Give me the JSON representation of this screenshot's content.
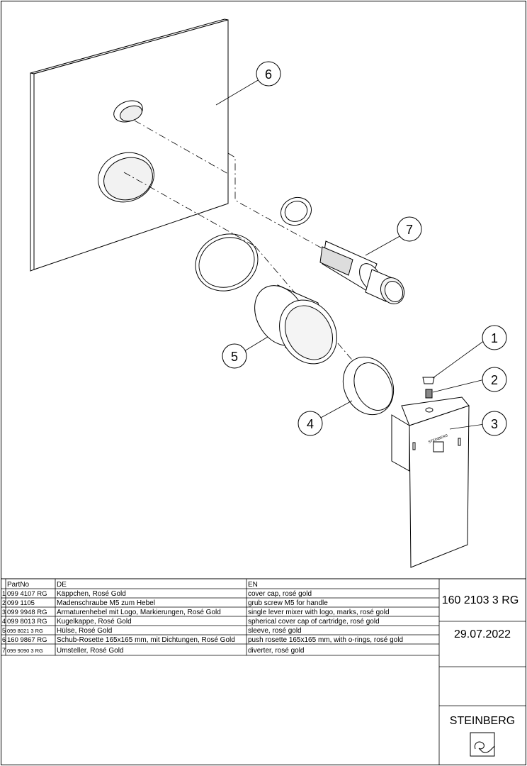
{
  "callouts": [
    "6",
    "7",
    "1",
    "2",
    "3",
    "5",
    "4"
  ],
  "parts_table": {
    "headers": [
      "",
      "PartNo",
      "DE",
      "EN"
    ],
    "rows": [
      [
        "1",
        "099 4107 RG",
        "Käppchen, Rosé Gold",
        "cover cap, rosé gold"
      ],
      [
        "2",
        "099 1105",
        "Madenschraube M5 zum Hebel",
        "grub screw M5 for handle"
      ],
      [
        "3",
        "099 9948 RG",
        "Armaturenhebel mit Logo, Markierungen, Rosé Gold",
        "single lever mixer with logo, marks, rosé gold"
      ],
      [
        "4",
        "099 8013 RG",
        "Kugelkappe, Rosé Gold",
        "spherical cover cap of cartridge, rosé gold"
      ],
      [
        "5",
        "099 8021 3 RG",
        "Hülse, Rosé Gold",
        "sleeve, rosé gold"
      ],
      [
        "6",
        "160 9867 RG",
        "Schub-Rosette 165x165 mm, mit Dichtungen, Rosé Gold",
        "push rosette 165x165 mm, with o-rings, rosé gold"
      ],
      [
        "7",
        "099 9090 3 RG",
        "Umsteller, Rosé Gold",
        "diverter, rosé gold"
      ]
    ]
  },
  "title_block": {
    "product_number": "160 2103 3 RG",
    "date": "29.07.2022",
    "brand": "STEINBERG",
    "handle_logo_text": "STEINBERG"
  }
}
